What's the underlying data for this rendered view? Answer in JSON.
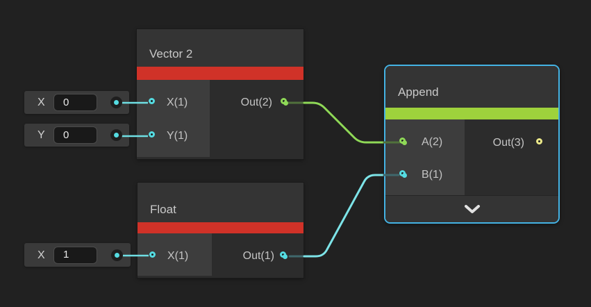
{
  "colors": {
    "background": "#212121",
    "node_body": "#2c2c2c",
    "node_titlebar": "#343434",
    "input_panel": "#3d3d3d",
    "selection_outline": "#44b3e4",
    "chevron": "#e2e2e2",
    "category_input_red": "#d03228",
    "category_channel_green": "#9ed23c",
    "type_vector1_cyan": "#55dce2",
    "type_vector2_green": "#8fd957",
    "type_vector3_yellow": "#ece98a"
  },
  "nodes": {
    "vector2": {
      "title": "Vector 2",
      "category_color": "#d03228",
      "inputs": [
        {
          "label": "X(1)",
          "color": "#55dce2",
          "connected": false
        },
        {
          "label": "Y(1)",
          "color": "#55dce2",
          "connected": false
        }
      ],
      "outputs": [
        {
          "label": "Out(2)",
          "color": "#8fd957",
          "connected": true
        }
      ]
    },
    "float": {
      "title": "Float",
      "category_color": "#d03228",
      "inputs": [
        {
          "label": "X(1)",
          "color": "#55dce2",
          "connected": false
        }
      ],
      "outputs": [
        {
          "label": "Out(1)",
          "color": "#55dce2",
          "connected": true
        }
      ]
    },
    "append": {
      "title": "Append",
      "category_color": "#9ed23c",
      "selected": true,
      "selection_color": "#44b3e4",
      "inputs": [
        {
          "label": "A(2)",
          "color": "#8fd957",
          "connected": true
        },
        {
          "label": "B(1)",
          "color": "#55dce2",
          "connected": true
        }
      ],
      "outputs": [
        {
          "label": "Out(3)",
          "color": "#ece98a",
          "connected": false
        }
      ]
    }
  },
  "widgets": {
    "vector2_x": {
      "label": "X",
      "value": "0",
      "port_color": "#55dce2"
    },
    "vector2_y": {
      "label": "Y",
      "value": "0",
      "port_color": "#55dce2"
    },
    "float_x": {
      "label": "X",
      "value": "1",
      "port_color": "#55dce2"
    }
  },
  "edges": [
    {
      "from": "Vector 2 Out(2)",
      "to": "Append A(2)",
      "color": "#8fd957",
      "dim_color": "#50713c"
    },
    {
      "from": "Float Out(1)",
      "to": "Append B(1)",
      "color": "#7de4e8",
      "dim_color": "#3f686c"
    }
  ],
  "widget_wires": {
    "color": "#6fdfe4"
  }
}
